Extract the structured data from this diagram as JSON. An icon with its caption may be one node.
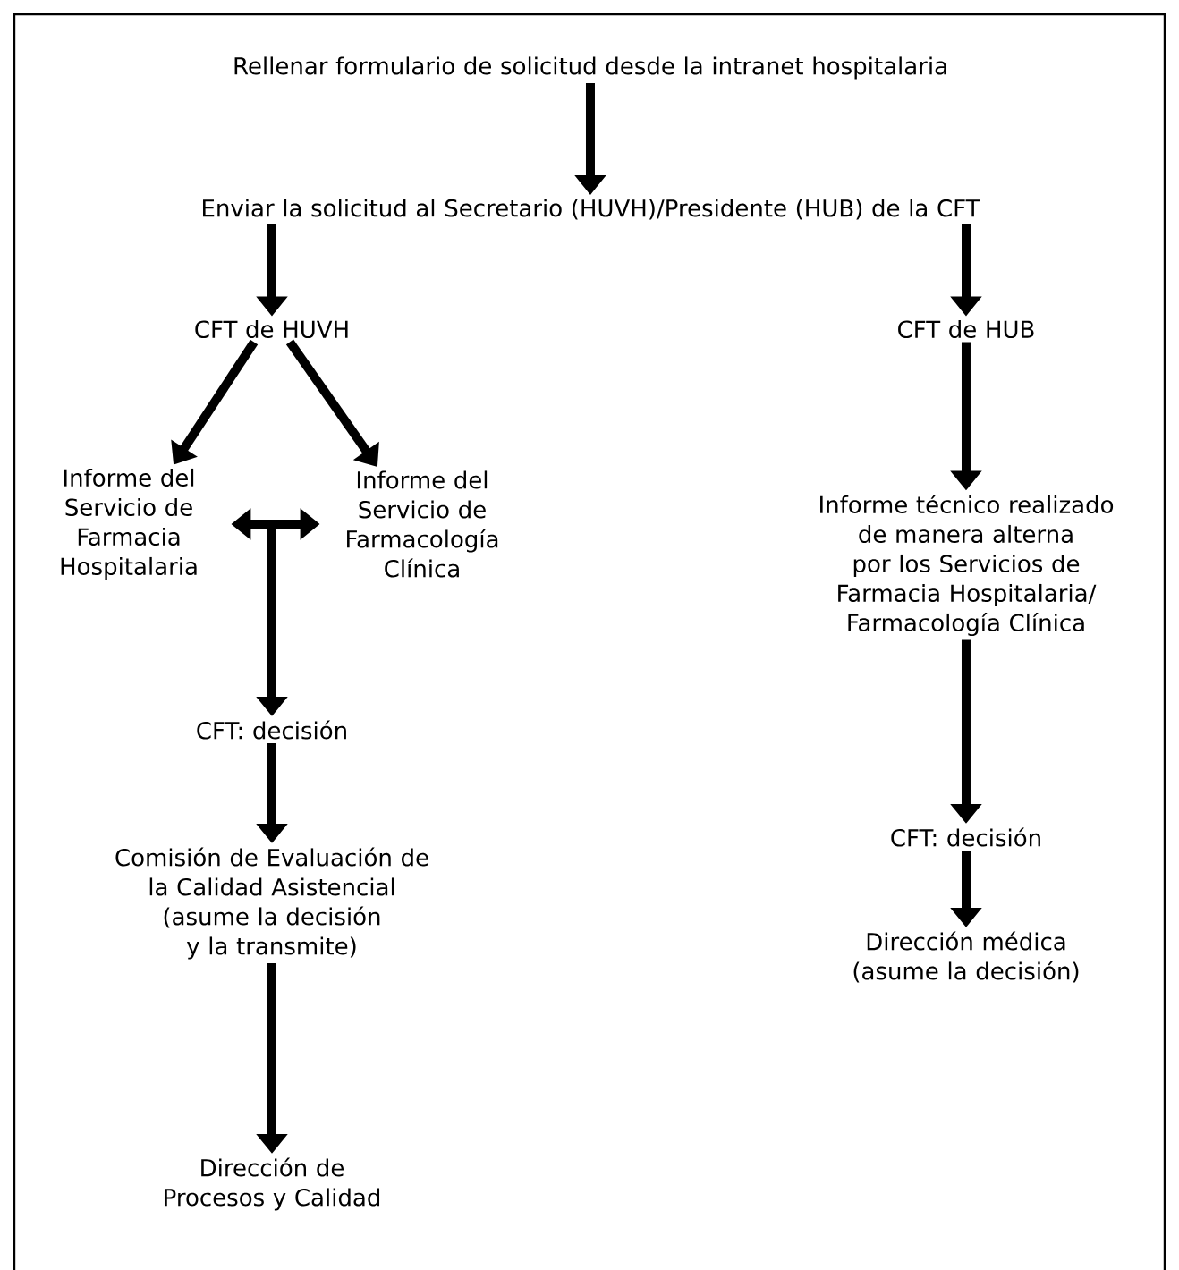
{
  "diagram": {
    "nodes": [
      {
        "text": [
          "Rellenar formulario de solicitud desde la intranet hospitalaria"
        ]
      },
      {
        "text": [
          "Enviar la solicitud al Secretario (HUVH)/Presidente (HUB) de la CFT"
        ]
      },
      {
        "text": [
          "CFT de HUVH"
        ]
      },
      {
        "text": [
          "CFT de HUB"
        ]
      },
      {
        "text": [
          "Informe del Servicio de Farmacia Hospitalaria"
        ]
      },
      {
        "text": [
          "Informe del Servicio de Farmacología Clínica"
        ]
      },
      {
        "text": [
          "Informe técnico realizado de manera alterna por los Servicios de Farmacia Hospitalaria/ Farmacología Clínica"
        ]
      },
      {
        "text": [
          "CFT: decisión"
        ]
      },
      {
        "text": [
          "CFT: decisión"
        ]
      },
      {
        "text": [
          "Comisión de Evaluación de la Calidad Asistencial (asume la decisión y la transmite)"
        ]
      },
      {
        "text": [
          "Dirección médica (asume la decisión)"
        ]
      },
      {
        "text": [
          "Dirección de Procesos y Calidad"
        ]
      }
    ],
    "edges": [
      {
        "from": 0,
        "to": 1,
        "arrow": "to"
      },
      {
        "from": 1,
        "to": 2,
        "arrow": "to"
      },
      {
        "from": 1,
        "to": 3,
        "arrow": "to"
      },
      {
        "from": 2,
        "to": 4,
        "arrow": "to"
      },
      {
        "from": 2,
        "to": 5,
        "arrow": "to"
      },
      {
        "from": 3,
        "to": 6,
        "arrow": "to"
      },
      {
        "from": 4,
        "to": 7,
        "arrow": "both"
      },
      {
        "from": 5,
        "to": 7,
        "arrow": "both"
      },
      {
        "from": 6,
        "to": 8,
        "arrow": "to"
      },
      {
        "from": 7,
        "to": 9,
        "arrow": "to"
      },
      {
        "from": 8,
        "to": 10,
        "arrow": "to"
      },
      {
        "from": 9,
        "to": 11,
        "arrow": "to"
      }
    ]
  }
}
